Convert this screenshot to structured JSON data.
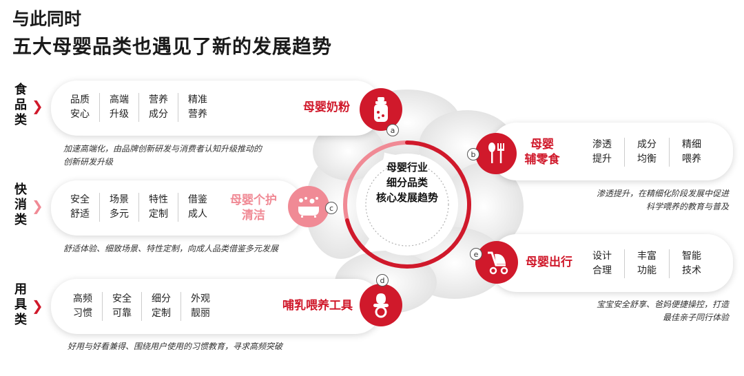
{
  "heading": {
    "line1": "与此同时",
    "line2": "五大母婴品类也遇见了新的发展趋势"
  },
  "center": {
    "line1": "母婴行业",
    "line2": "细分品类",
    "line3": "核心发展趋势"
  },
  "groups": [
    {
      "label_chars": [
        "食",
        "品",
        "类"
      ]
    },
    {
      "label_chars": [
        "快",
        "消",
        "类"
      ]
    },
    {
      "label_chars": [
        "用",
        "具",
        "类"
      ]
    }
  ],
  "categories": {
    "a": {
      "badge": "a",
      "name": [
        "母婴奶粉"
      ],
      "items": [
        [
          "品质",
          "安心"
        ],
        [
          "高端",
          "升级"
        ],
        [
          "营养",
          "成分"
        ],
        [
          "精准",
          "营养"
        ]
      ],
      "desc": [
        "加速高端化，由品牌创新研发与消费者认知升级推动的",
        "创新研发升级"
      ]
    },
    "b": {
      "badge": "b",
      "name": [
        "母婴",
        "辅零食"
      ],
      "items": [
        [
          "渗透",
          "提升"
        ],
        [
          "成分",
          "均衡"
        ],
        [
          "精细",
          "喂养"
        ]
      ],
      "desc": [
        "渗透提升，在精细化阶段发展中促进",
        "科学喂养的教育与普及"
      ]
    },
    "c": {
      "badge": "c",
      "name": [
        "母婴个护",
        "清洁"
      ],
      "items": [
        [
          "安全",
          "舒适"
        ],
        [
          "场景",
          "多元"
        ],
        [
          "特性",
          "定制"
        ],
        [
          "借鉴",
          "成人"
        ]
      ],
      "desc": [
        "舒适体验、细致场景、特性定制，向成人品类借鉴多元发展"
      ]
    },
    "d": {
      "badge": "d",
      "name": [
        "哺乳喂养工具"
      ],
      "items": [
        [
          "高频",
          "习惯"
        ],
        [
          "安全",
          "可靠"
        ],
        [
          "细分",
          "定制"
        ],
        [
          "外观",
          "靓丽"
        ]
      ],
      "desc": [
        "好用与好看兼得、围绕用户使用的习惯教育，寻求高频突破"
      ]
    },
    "e": {
      "badge": "e",
      "name": [
        "母婴出行"
      ],
      "items": [
        [
          "设计",
          "合理"
        ],
        [
          "丰富",
          "功能"
        ],
        [
          "智能",
          "技术"
        ]
      ],
      "desc": [
        "宝宝安全舒享、爸妈便捷操控，打造",
        "最佳亲子同行体验"
      ]
    }
  },
  "icons": {
    "a": "milk-bottle-icon",
    "b": "spoon-fork-icon",
    "c": "bath-tub-icon",
    "d": "pacifier-icon",
    "e": "stroller-icon"
  },
  "colors": {
    "accent": "#d0192b",
    "pink": "#f08a95",
    "petal": "#ececec"
  }
}
